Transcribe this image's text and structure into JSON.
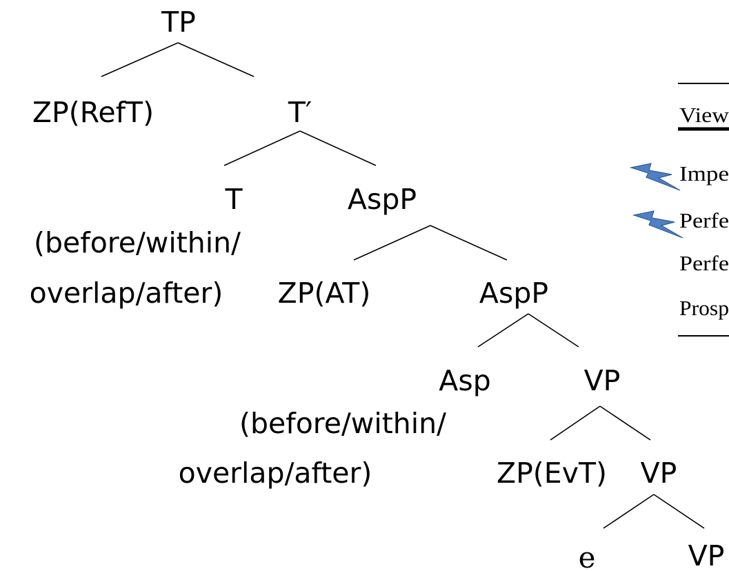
{
  "tree": {
    "tp": "TP",
    "zp_reft": "ZP(RefT)",
    "t_bar": "T′",
    "t": "T",
    "t_feature_line1": "(before/within/",
    "t_feature_line2": "overlap/after)",
    "aspp_upper": "AspP",
    "zp_at": "ZP(AT)",
    "aspp_lower": "AspP",
    "asp": "Asp",
    "asp_feature_line1": "(before/within/",
    "asp_feature_line2": "overlap/after)",
    "vp_upper": "VP",
    "zp_evt": "ZP(EvT)",
    "vp_middle": "VP",
    "e": "e",
    "vp_lower": "VP"
  },
  "side_table": {
    "header": "View",
    "rows": [
      "Impe",
      "Perfe",
      "Perfe",
      "Prosp"
    ],
    "marker_color": "#4f7fc4",
    "marker_icon": "lightning-icon"
  }
}
